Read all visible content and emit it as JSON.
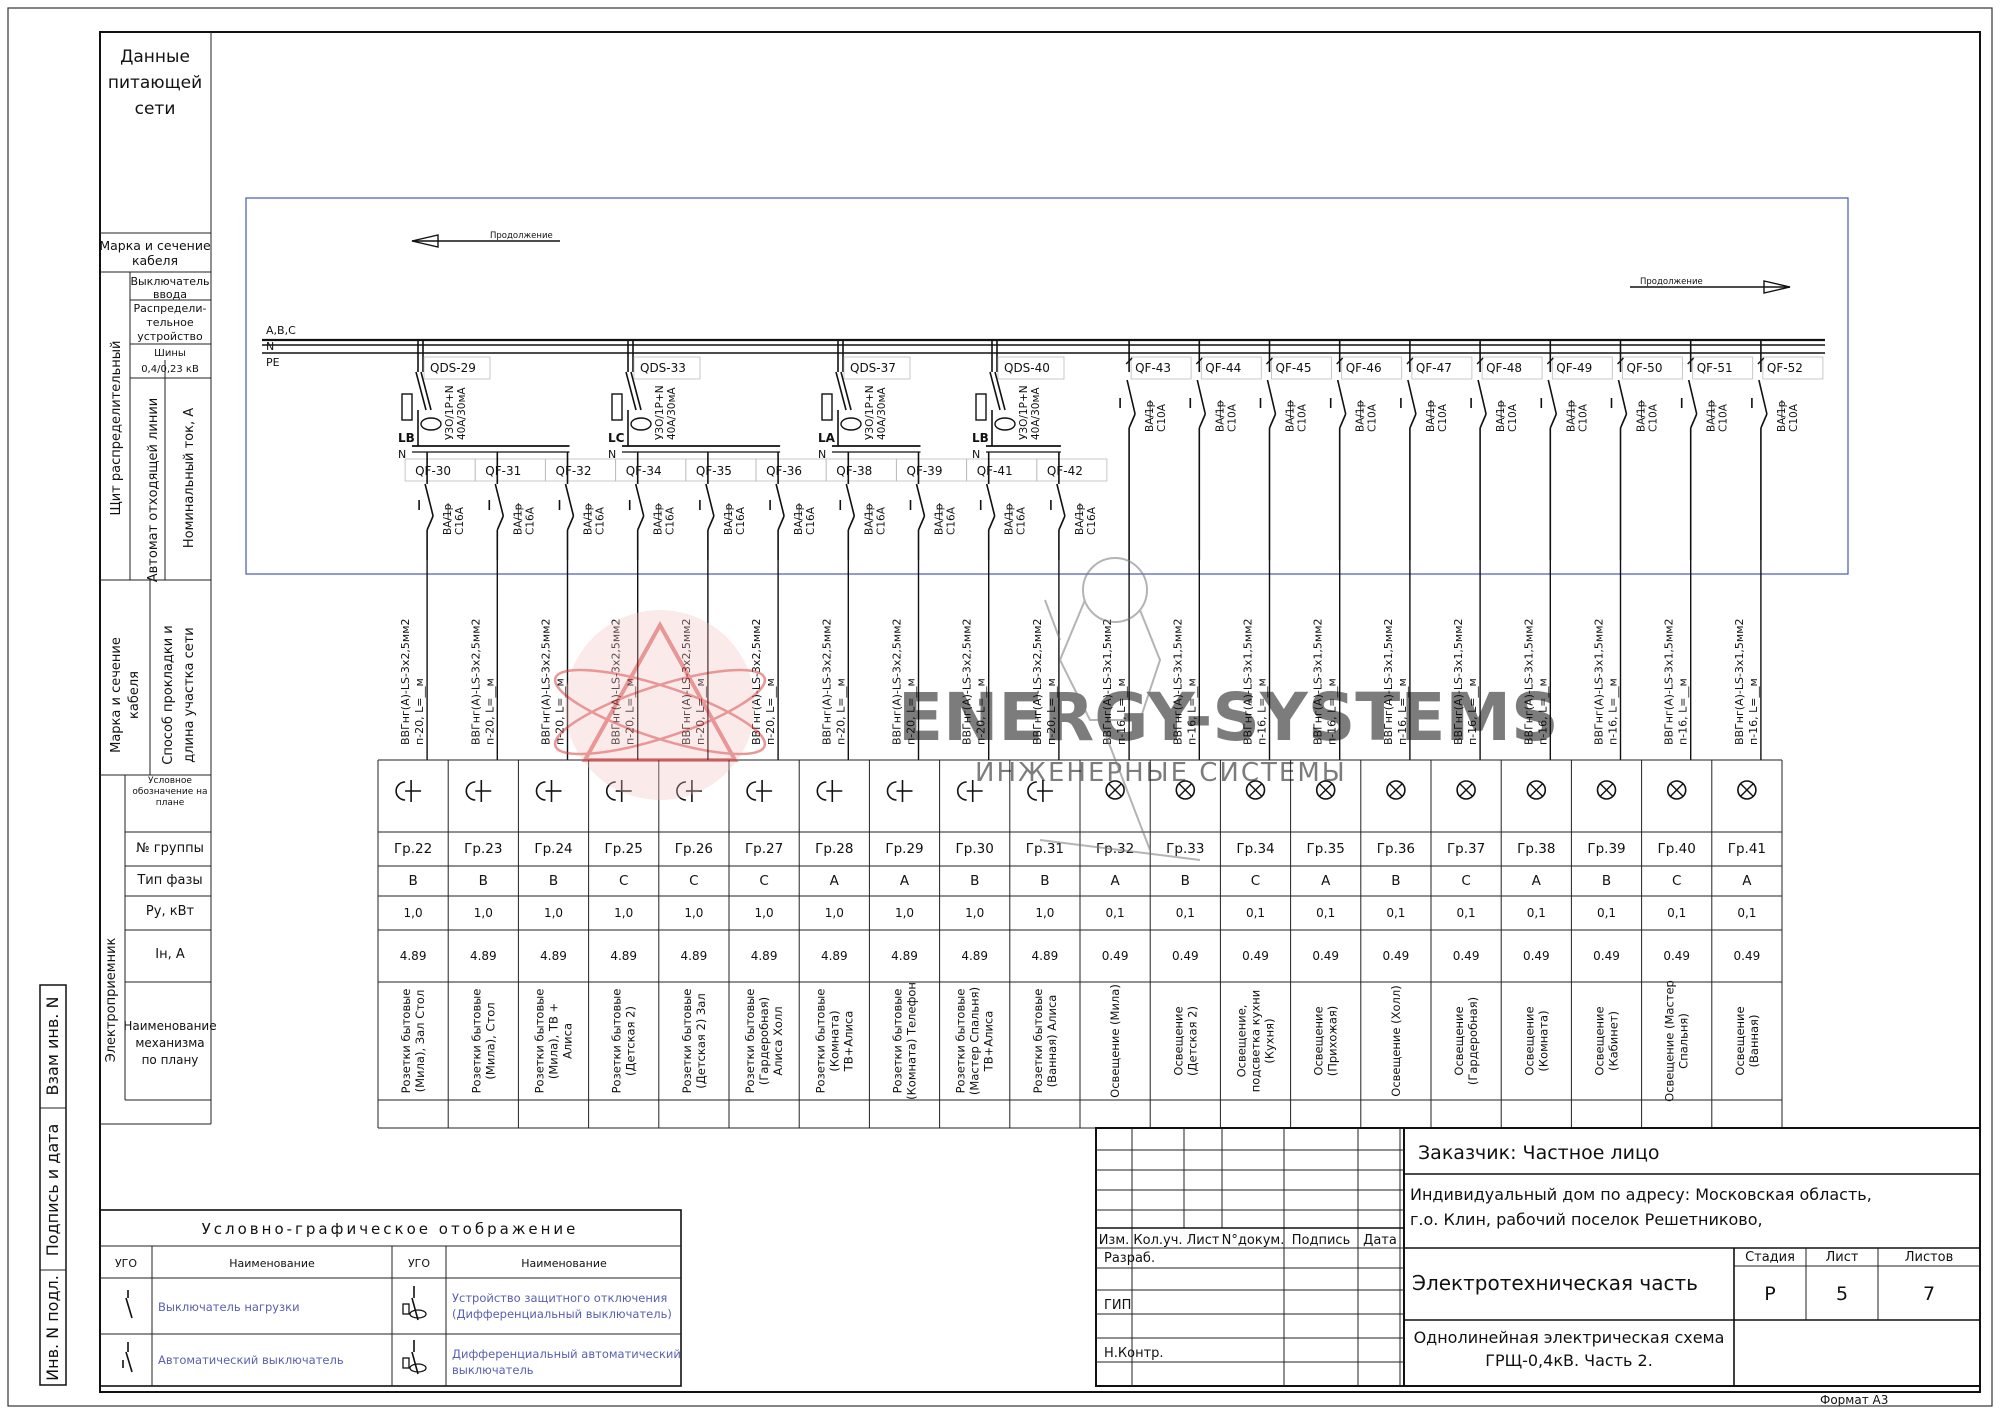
{
  "left_panel": {
    "supply_header": "Данные питающей сети",
    "cable_brand": "Марка и сечение кабеля",
    "input_switch": "Выключатель ввода",
    "distribution_device": "Распредели-тельное устройство",
    "buses": "Шины 0,4/0,23 кВ",
    "panel_label": "Щит распределительный",
    "outgoing_breaker": "Автомат отходящей линии",
    "nominal_current": "Номинальный ток, А",
    "cable_brand2": "Марка и сечение кабеля",
    "laying_method": "Способ прокладки и длина участка сети",
    "symbol_on_plan": "Условное обозначение на плане",
    "group_no": "№ группы",
    "phase_type": "Тип фазы",
    "pu": "Ру, кВт",
    "in_a": "Iн, А",
    "mechanism_name": "Наименование механизма по плану",
    "receiver": "Электроприемник"
  },
  "bus_labels": {
    "abc": "А,В,С",
    "n": "N",
    "pe": "PE"
  },
  "continuation": {
    "left": "Продолжение",
    "right": "Продолжение"
  },
  "rcd_devices": [
    {
      "id": "QDS-29",
      "spec1": "УЗО/1Р+N",
      "spec2": "40A/30мА",
      "phase": "LB"
    },
    {
      "id": "QDS-33",
      "spec1": "УЗО/1Р+N",
      "spec2": "40A/30мА",
      "phase": "LC"
    },
    {
      "id": "QDS-37",
      "spec1": "УЗО/1Р+N",
      "spec2": "40A/30мА",
      "phase": "LA"
    },
    {
      "id": "QDS-40",
      "spec1": "УЗО/1Р+N",
      "spec2": "40A/30мА",
      "phase": "LB"
    }
  ],
  "socket_breakers": [
    "QF-30",
    "QF-31",
    "QF-32",
    "QF-34",
    "QF-35",
    "QF-36",
    "QF-38",
    "QF-39",
    "QF-41",
    "QF-42"
  ],
  "socket_breaker_spec": [
    "ВА/1р",
    "С16А"
  ],
  "light_breakers": [
    "QF-43",
    "QF-44",
    "QF-45",
    "QF-46",
    "QF-47",
    "QF-48",
    "QF-49",
    "QF-50",
    "QF-51",
    "QF-52"
  ],
  "light_breaker_spec": [
    "ВА/1р",
    "С10А"
  ],
  "cable_socket": [
    "ВВГнг(А)-LS-3х2,5мм2",
    "п-20, L=__м"
  ],
  "cable_light": [
    "ВВГнг(А)-LS-3х1,5мм2",
    "п-16, L=__м"
  ],
  "groups": [
    {
      "no": "Гр.22",
      "phase": "В",
      "pu": "1,0",
      "in": "4.89",
      "name": "Розетки бытовые (Мила), Зал Стол",
      "kind": "socket"
    },
    {
      "no": "Гр.23",
      "phase": "В",
      "pu": "1,0",
      "in": "4.89",
      "name": "Розетки бытовые (Мила), Стол",
      "kind": "socket"
    },
    {
      "no": "Гр.24",
      "phase": "В",
      "pu": "1,0",
      "in": "4.89",
      "name": "Розетки бытовые (Мила), ТВ + Алиса",
      "kind": "socket"
    },
    {
      "no": "Гр.25",
      "phase": "С",
      "pu": "1,0",
      "in": "4.89",
      "name": "Розетки бытовые (Детская 2)",
      "kind": "socket"
    },
    {
      "no": "Гр.26",
      "phase": "С",
      "pu": "1,0",
      "in": "4.89",
      "name": "Розетки бытовые (Детская 2) Зал",
      "kind": "socket"
    },
    {
      "no": "Гр.27",
      "phase": "С",
      "pu": "1,0",
      "in": "4.89",
      "name": "Розетки бытовые (Гардеробная) Алиса Холл",
      "kind": "socket"
    },
    {
      "no": "Гр.28",
      "phase": "А",
      "pu": "1,0",
      "in": "4.89",
      "name": "Розетки бытовые (Комната) ТВ+Алиса",
      "kind": "socket"
    },
    {
      "no": "Гр.29",
      "phase": "А",
      "pu": "1,0",
      "in": "4.89",
      "name": "Розетки бытовые (Комната) Телефон",
      "kind": "socket"
    },
    {
      "no": "Гр.30",
      "phase": "В",
      "pu": "1,0",
      "in": "4.89",
      "name": "Розетки бытовые (Мастер Спальня) ТВ+Алиса",
      "kind": "socket"
    },
    {
      "no": "Гр.31",
      "phase": "В",
      "pu": "1,0",
      "in": "4.89",
      "name": "Розетки бытовые (Ванная) Алиса",
      "kind": "socket"
    },
    {
      "no": "Гр.32",
      "phase": "А",
      "pu": "0,1",
      "in": "0.49",
      "name": "Освещение (Мила)",
      "kind": "light"
    },
    {
      "no": "Гр.33",
      "phase": "В",
      "pu": "0,1",
      "in": "0.49",
      "name": "Освещение (Детская 2)",
      "kind": "light"
    },
    {
      "no": "Гр.34",
      "phase": "С",
      "pu": "0,1",
      "in": "0.49",
      "name": "Освещение, подсветка кухни (Кухня)",
      "kind": "light"
    },
    {
      "no": "Гр.35",
      "phase": "А",
      "pu": "0,1",
      "in": "0.49",
      "name": "Освещение (Прихожая)",
      "kind": "light"
    },
    {
      "no": "Гр.36",
      "phase": "В",
      "pu": "0,1",
      "in": "0.49",
      "name": "Освещение (Холл)",
      "kind": "light"
    },
    {
      "no": "Гр.37",
      "phase": "С",
      "pu": "0,1",
      "in": "0.49",
      "name": "Освещение (Гардеробная)",
      "kind": "light"
    },
    {
      "no": "Гр.38",
      "phase": "А",
      "pu": "0,1",
      "in": "0.49",
      "name": "Освещение (Комната)",
      "kind": "light"
    },
    {
      "no": "Гр.39",
      "phase": "В",
      "pu": "0,1",
      "in": "0.49",
      "name": "Освещение (Кабинет)",
      "kind": "light"
    },
    {
      "no": "Гр.40",
      "phase": "С",
      "pu": "0,1",
      "in": "0.49",
      "name": "Освещение (Мастер Спальня)",
      "kind": "light"
    },
    {
      "no": "Гр.41",
      "phase": "А",
      "pu": "0,1",
      "in": "0.49",
      "name": "Освещение (Ванная)",
      "kind": "light"
    }
  ],
  "legend": {
    "title": "Условно-графическое отображение",
    "col_ugo": "УГО",
    "col_name": "Наименование",
    "load_switch": "Выключатель нагрузки",
    "circuit_breaker": "Автоматический выключатель",
    "rcd": "Устройство защитного отключения (Дифференциальный выключатель)",
    "diff_breaker": "Дифференциальный автоматический выключатель"
  },
  "side_stamp": {
    "inv_no": "Инв. N подл.",
    "sign_date": "Подпись и дата",
    "replace_inv": "Взам инв. N"
  },
  "title_block": {
    "customer": "Заказчик: Частное лицо",
    "address": "Индивидуальный дом по адресу: Московская область, г.о. Клин, рабочий поселок Решетниково,",
    "section": "Электротехническая часть",
    "drawing": "Однолинейная электрическая схема ГРЩ-0,4кВ. Часть 2.",
    "stage_h": "Стадия",
    "sheet_h": "Лист",
    "sheets_h": "Листов",
    "stage": "Р",
    "sheet": "5",
    "sheets": "7",
    "izm": "Изм.",
    "kolych": "Кол.уч.",
    "list": "Лист",
    "ndoc": "N°докум.",
    "podpis": "Подпись",
    "data": "Дата",
    "razrab": "Разраб.",
    "gip": "ГИП",
    "nkontr": "Н.Контр.",
    "format": "Формат А3"
  },
  "watermark": {
    "line1": "ENERGY-SYSTEMS",
    "line2": "ИНЖЕНЕРНЫЕ СИСТЕМЫ",
    "color": "#e23b3b"
  }
}
